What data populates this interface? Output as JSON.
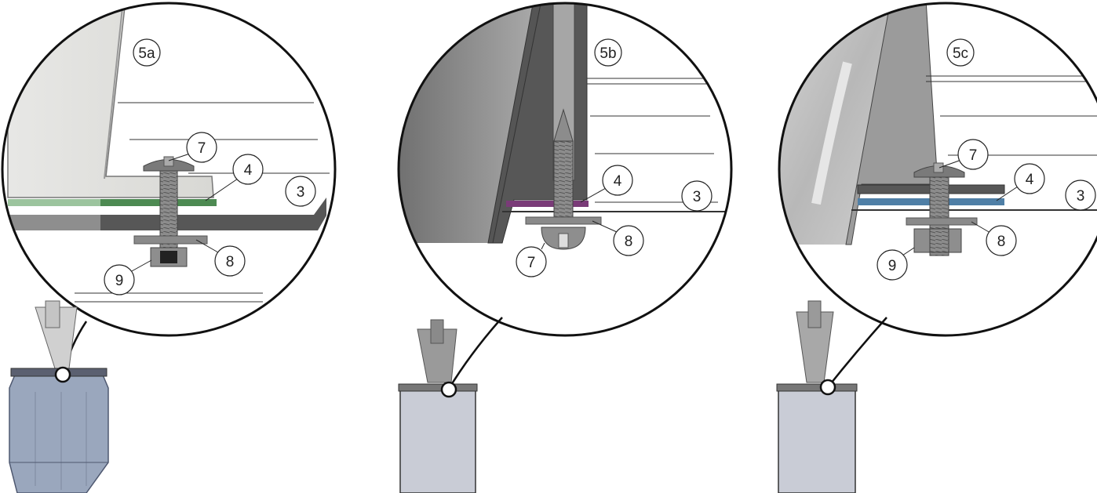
{
  "panels": [
    {
      "id": "5a",
      "label": "5a",
      "callouts": [
        {
          "text": "7"
        },
        {
          "text": "4"
        },
        {
          "text": "3"
        },
        {
          "text": "8"
        },
        {
          "text": "9"
        }
      ],
      "gasket_color": "#4d8a52"
    },
    {
      "id": "5b",
      "label": "5b",
      "callouts": [
        {
          "text": "4"
        },
        {
          "text": "3"
        },
        {
          "text": "8"
        },
        {
          "text": "7"
        }
      ],
      "gasket_color": "#7a3b78"
    },
    {
      "id": "5c",
      "label": "5c",
      "callouts": [
        {
          "text": "7"
        },
        {
          "text": "4"
        },
        {
          "text": "3"
        },
        {
          "text": "8"
        },
        {
          "text": "9"
        }
      ],
      "gasket_color": "#4f7fa6"
    }
  ],
  "colors": {
    "metal_dark": "#575757",
    "metal_mid": "#8e8e8e",
    "metal_light": "#bdbdbd",
    "container_blue": "#9aa7bd",
    "container_grey": "#c9ccd6"
  }
}
